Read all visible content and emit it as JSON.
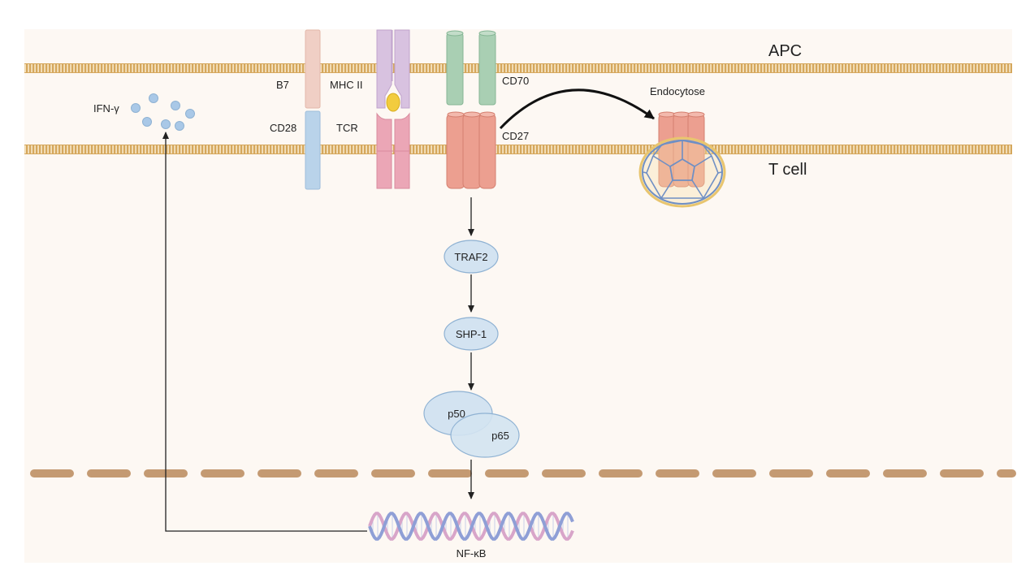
{
  "regions": {
    "apc": "APC",
    "t_cell": "T cell"
  },
  "molecules": {
    "b7": "B7",
    "mhc2": "MHC II",
    "cd70": "CD70",
    "cd28": "CD28",
    "tcr": "TCR",
    "cd27": "CD27",
    "ifng": "IFN-γ",
    "endocytose": "Endocytose"
  },
  "pathway": {
    "traf2": "TRAF2",
    "shp1": "SHP-1",
    "p50": "p50",
    "p65": "p65",
    "nfkb": "NF-κB"
  },
  "colors": {
    "background": "#fdf8f3",
    "membrane": "#d9b06a",
    "nuclear_envelope": "#c49a72",
    "b7": "#f0cfc5",
    "mhc2": "#d8c2e0",
    "cd70": "#a9cfb3",
    "cd28": "#b9d3ea",
    "tcr": "#eba6b6",
    "cd27": "#ec9f90",
    "signal_node": "#d3e3f1",
    "signal_stroke": "#8fb2d3",
    "dna_a": "#8f9fd6",
    "dna_b": "#d8a5c9",
    "antigen": "#f2cc3e",
    "clathrin": "#6f8fc4"
  }
}
